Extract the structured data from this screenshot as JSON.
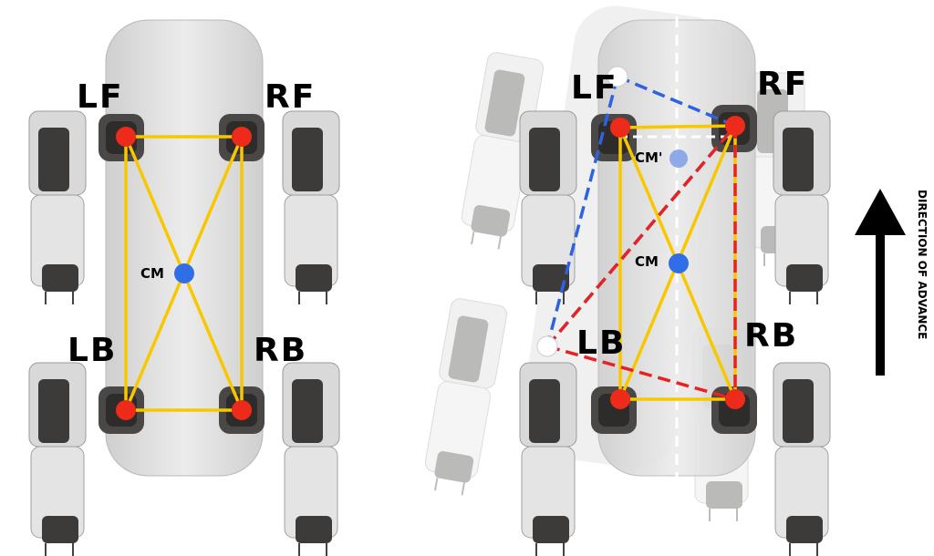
{
  "left_panel": {
    "labels": {
      "lf": "LF",
      "rf": "RF",
      "lb": "LB",
      "rb": "RB",
      "cm": "CM"
    }
  },
  "right_panel": {
    "labels": {
      "lf": "LF",
      "rf": "RF",
      "lb": "LB",
      "rb": "RB",
      "cm": "CM",
      "cm_prime": "CM'"
    },
    "direction_label": "DIRECTION OF ADVANCE"
  },
  "colors": {
    "foot_contact": "#ee2a1a",
    "center_of_mass": "#2f6ee6",
    "support_polygon": "#f7c800",
    "blue_dashed": "#2f62e0",
    "red_dashed": "#e62222",
    "body": "#dcdcdc",
    "leg": "#3d3b3a"
  }
}
